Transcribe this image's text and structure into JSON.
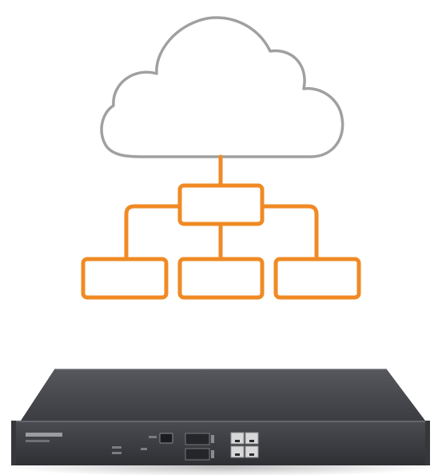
{
  "diagram": {
    "cloud": {
      "icon": "cloud-icon",
      "stroke_color": "#a0a0a0"
    },
    "hierarchy": {
      "stroke_color": "#f08a24",
      "root": "node-root",
      "children": [
        "node-child-left",
        "node-child-center",
        "node-child-right"
      ]
    },
    "device": {
      "icon": "network-appliance-icon",
      "body_color": "#3e4045",
      "port_color": "#d8d8d8"
    }
  }
}
